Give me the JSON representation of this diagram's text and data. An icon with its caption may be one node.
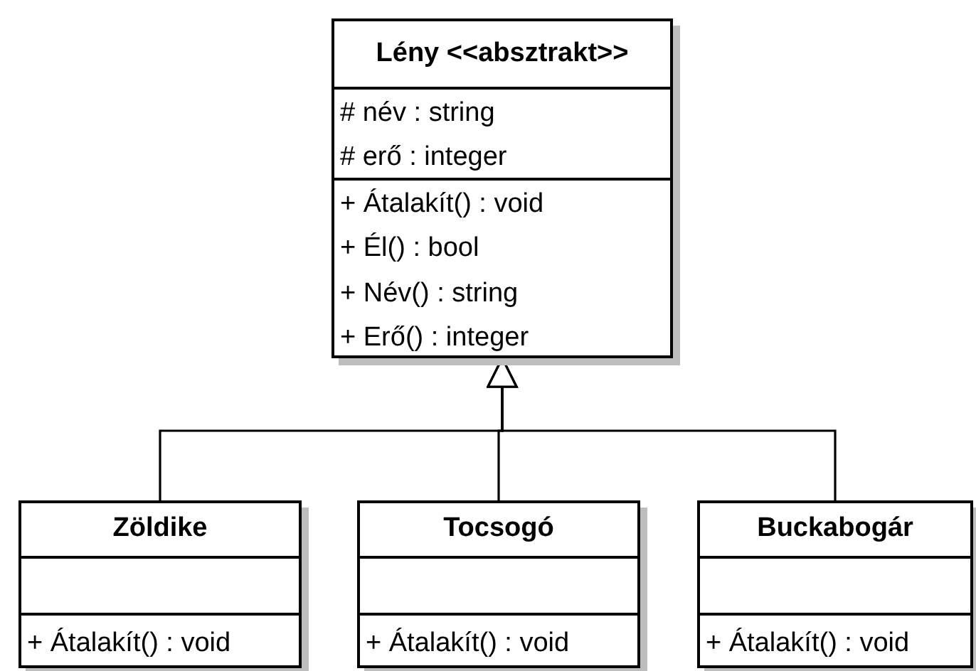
{
  "diagram": {
    "nodes": [
      {
        "text": [
          "Lény <<absztrakt>>",
          "# név : string",
          "# erő : integer",
          "+ Átalakít() : void",
          "+ Él() : bool",
          "+ Név() : string",
          "+ Erő() : integer"
        ]
      },
      {
        "text": [
          "Zöldike",
          "+ Átalakít() : void"
        ]
      },
      {
        "text": [
          "Tocsogó",
          "+ Átalakít() : void"
        ]
      },
      {
        "text": [
          "Buckabogár",
          "+ Átalakít() : void"
        ]
      }
    ],
    "edges": [
      {
        "from": 1,
        "to": 0,
        "arrow": "to"
      },
      {
        "from": 2,
        "to": 0,
        "arrow": "to"
      },
      {
        "from": 3,
        "to": 0,
        "arrow": "to"
      }
    ]
  }
}
